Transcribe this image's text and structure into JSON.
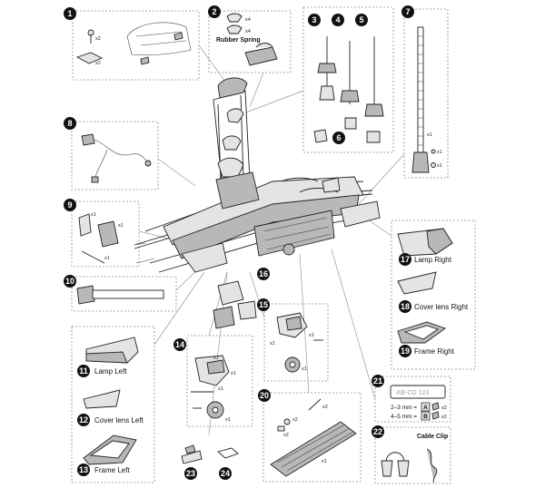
{
  "parts": [
    {
      "num": "1",
      "label": ""
    },
    {
      "num": "2",
      "label": "Rubber Spring"
    },
    {
      "num": "3",
      "label": ""
    },
    {
      "num": "4",
      "label": ""
    },
    {
      "num": "5",
      "label": ""
    },
    {
      "num": "6",
      "label": ""
    },
    {
      "num": "7",
      "label": ""
    },
    {
      "num": "8",
      "label": ""
    },
    {
      "num": "9",
      "label": ""
    },
    {
      "num": "10",
      "label": ""
    },
    {
      "num": "11",
      "label": "Lamp Left"
    },
    {
      "num": "12",
      "label": "Cover lens Left"
    },
    {
      "num": "13",
      "label": "Frame Left"
    },
    {
      "num": "14",
      "label": ""
    },
    {
      "num": "15",
      "label": ""
    },
    {
      "num": "16",
      "label": ""
    },
    {
      "num": "17",
      "label": "Lamp Right"
    },
    {
      "num": "18",
      "label": "Cover lens Right"
    },
    {
      "num": "19",
      "label": "Frame Right"
    },
    {
      "num": "20",
      "label": ""
    },
    {
      "num": "21",
      "label": ""
    },
    {
      "num": "22",
      "label": "Cable Clip"
    },
    {
      "num": "23",
      "label": ""
    },
    {
      "num": "24",
      "label": ""
    }
  ],
  "quantities": {
    "q1a": "x2",
    "q1b": "x2",
    "q2a": "x4",
    "q2b": "x4",
    "q7a": "x1",
    "q7b": "x1",
    "q7c": "x1",
    "q9a": "x1",
    "q9b": "x1",
    "q9c": "x1",
    "q14a": "x1",
    "q14b": "x1",
    "q14c": "x1",
    "q14d": "x1",
    "q15a": "x1",
    "q15b": "x1",
    "q15c": "x1",
    "q20a": "x2",
    "q20b": "x2",
    "q20c": "x2",
    "q20d": "x1",
    "q21a": "x2",
    "q21b": "x2"
  },
  "spacers": {
    "plate_text": "AB·CD 123",
    "row_a": "2–3 mm =",
    "row_b": "4–5 mm =",
    "box_a": "A",
    "box_b": "B"
  }
}
